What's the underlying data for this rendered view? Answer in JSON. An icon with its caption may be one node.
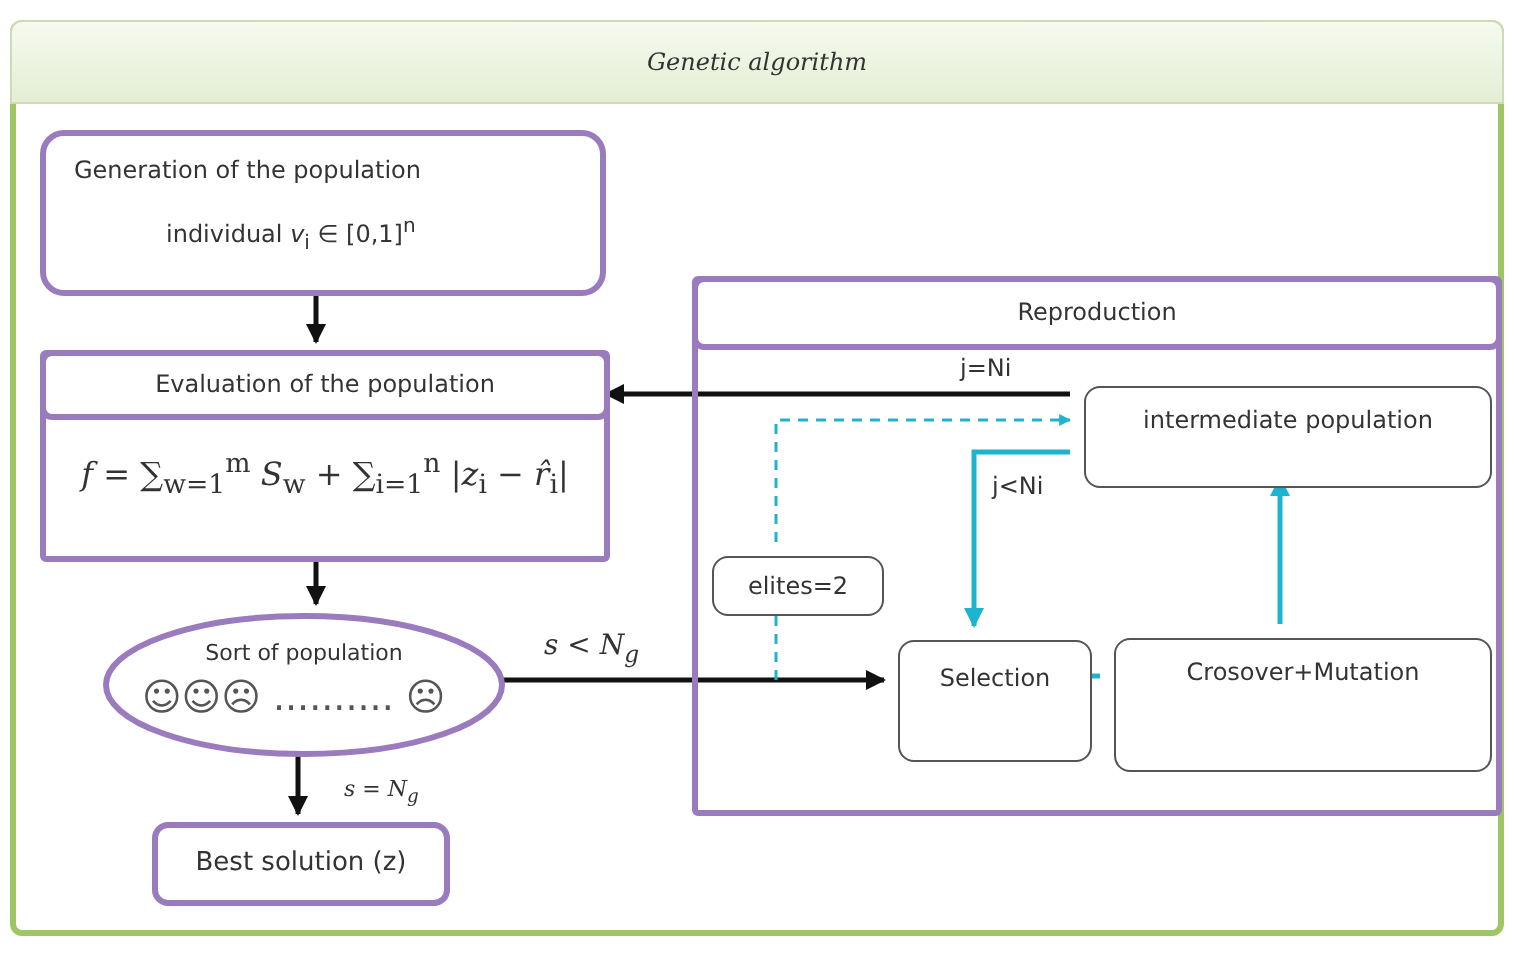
{
  "diagram": {
    "nodes": [
      {
        "text": [
          "Genetic algorithm"
        ]
      },
      {
        "text": [
          "Generation of the population",
          "individual *v*$_{i}$ ∈ [0,1]$^{n}$"
        ],
        "in": 0
      },
      {
        "text": [
          "Evaluation of the population",
          "*f* = ∑$_{w=1}$$^{m}$ *S*$_{w}$ + ∑$_{i=1}$$^{n}$ |*z*$_{i}$ − *r̂*$_{i}$|"
        ],
        "in": 0
      },
      {
        "text": [
          "Sort of population",
          "☺☺☹ .......... ☹"
        ],
        "in": 0
      },
      {
        "text": [
          "Best solution (z)"
        ],
        "in": 0
      },
      {
        "text": [
          "Reproduction"
        ],
        "in": 0
      },
      {
        "text": [
          "intermediate population"
        ],
        "in": 5
      },
      {
        "text": [
          "elites=2"
        ],
        "in": 5
      },
      {
        "text": [
          "Selection"
        ],
        "in": 5
      },
      {
        "text": [
          "Crosover+Mutation"
        ],
        "in": 5
      }
    ],
    "edges": [
      {
        "from": 1,
        "to": 2,
        "arrow": "to"
      },
      {
        "from": 2,
        "to": 3,
        "arrow": "to"
      },
      {
        "from": 3,
        "to": 4,
        "arrow": "to",
        "label": "s = N$_{g}$"
      },
      {
        "from": 3,
        "to": 8,
        "arrow": "to",
        "label": "s < N$_{g}$"
      },
      {
        "from": 6,
        "to": 2,
        "arrow": "to",
        "label": "j=Ni"
      },
      {
        "from": 6,
        "to": 8,
        "arrow": "to",
        "label": "j<Ni",
        "color": "#1eb4cf"
      },
      {
        "from": 8,
        "to": 9,
        "arrow": "none",
        "color": "#1eb4cf"
      },
      {
        "from": 9,
        "to": 6,
        "arrow": "to",
        "color": "#1eb4cf"
      },
      {
        "from": 7,
        "to": 6,
        "arrow": "to",
        "style": "dashed",
        "color": "#1eb4cf"
      },
      {
        "from": null,
        "to": 7,
        "arrow": "none",
        "style": "dashed",
        "color": "#1eb4cf"
      }
    ]
  }
}
